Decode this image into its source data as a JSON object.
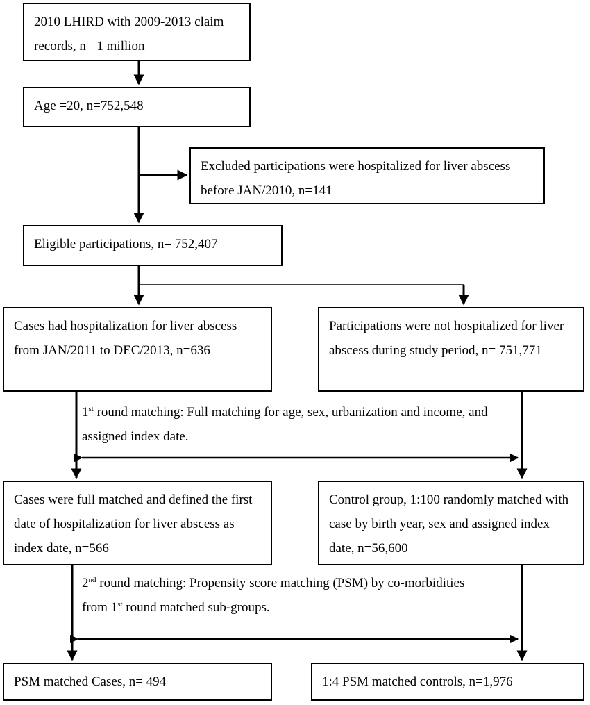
{
  "boxes": {
    "b1": "2010 LHIRD with 2009-2013 claim records, n= 1 million",
    "b2": "Age =20, n=752,548",
    "b3": "Excluded participations were hospitalized for liver abscess before JAN/2010, n=141",
    "b4": "Eligible participations, n= 752,407",
    "b5": "Cases had hospitalization for liver abscess from JAN/2011 to DEC/2013, n=636",
    "b6": "Participations were not hospitalized for liver abscess during study period, n= 751,771",
    "b7": "Cases were full matched and defined the first date of hospitalization for liver abscess as index date, n=566",
    "b8": "Control group, 1:100 randomly matched with case by birth year, sex and assigned index date, n=56,600",
    "b9": "PSM matched Cases, n= 494",
    "b10": "1:4 PSM matched controls, n=1,976"
  },
  "notes": {
    "n1_ordinal": "1",
    "n1_sup": "st",
    "n1_text": " round matching: Full matching for age, sex, urbanization and income, and assigned index date.",
    "n2_ordinal": "2",
    "n2_sup": "nd",
    "n2_text1": " round matching: Propensity score matching (PSM) by co-morbidities from 1",
    "n2_sup2": "st",
    "n2_text2": " round matched sub-groups."
  }
}
